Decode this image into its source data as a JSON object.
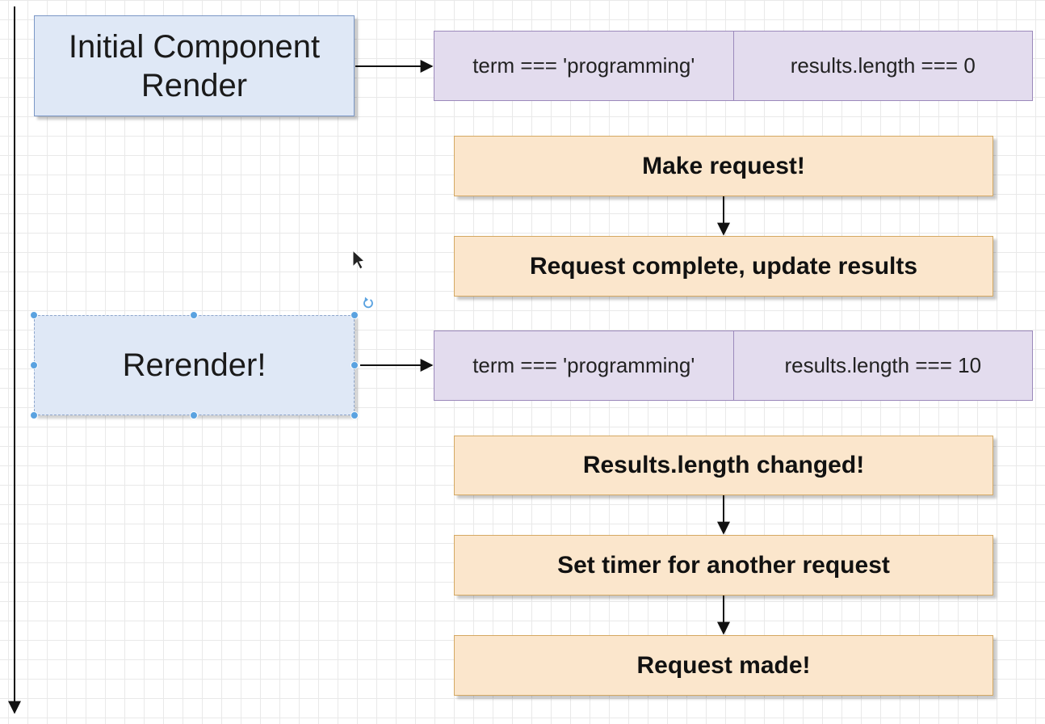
{
  "timeline": {
    "direction": "down"
  },
  "render_boxes": [
    {
      "id": "initial",
      "label": "Initial Component Render"
    },
    {
      "id": "rerender",
      "label": "Rerender!",
      "selected": true
    }
  ],
  "state_rows": [
    {
      "term": "term === 'programming'",
      "results": "results.length === 0"
    },
    {
      "term": "term === 'programming'",
      "results": "results.length === 10"
    }
  ],
  "steps_group_1": [
    "Make request!",
    "Request complete, update results"
  ],
  "steps_group_2": [
    "Results.length changed!",
    "Set timer for another request",
    "Request made!"
  ],
  "colors": {
    "render_fill": "#dfe8f6",
    "render_border": "#7b97c6",
    "state_fill": "#e3dcee",
    "state_border": "#9b89bb",
    "step_fill": "#fbe6cc",
    "step_border": "#d4a862",
    "selection_handle": "#5aa2e0"
  },
  "icons": {
    "rotate_handle": "rotate-icon",
    "cursor": "mouse-pointer-icon"
  }
}
